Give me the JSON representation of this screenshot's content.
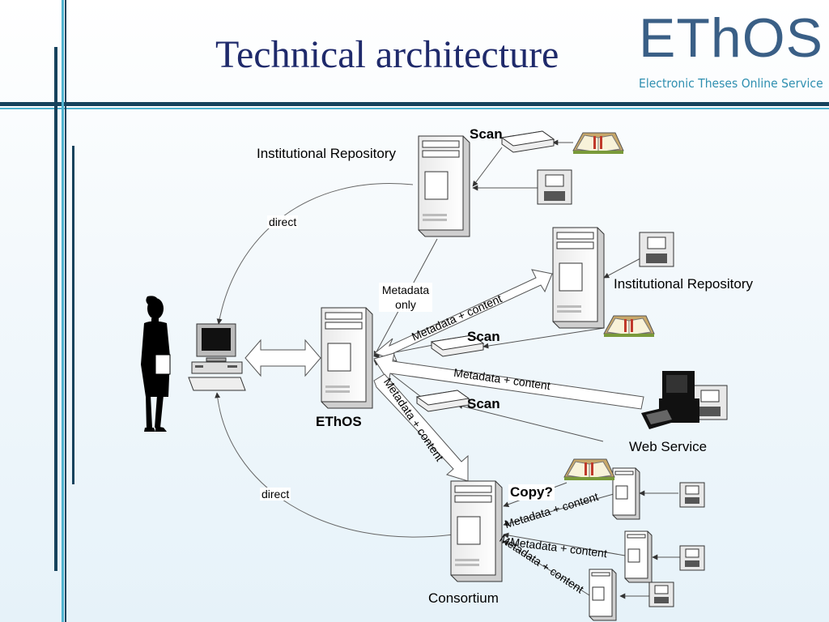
{
  "title": "Technical architecture",
  "logo": {
    "text": "EThOS",
    "subtitle": "Electronic Theses Online Service",
    "colors": {
      "primary": "#3a5f86",
      "accent": "#2f8fb0"
    }
  },
  "labels": {
    "scan_1": "Scan",
    "institutional_repository_1": "Institutional Repository",
    "direct_1": "direct",
    "metadata_only": "Metadata only",
    "metadata_content_1": "Metadata + content",
    "institutional_repository_2": "Institutional Repository",
    "scan_2": "Scan",
    "metadata_content_2": "Metadata + content",
    "scan_3": "Scan",
    "ethos": "EThOS",
    "metadata_content_3": "Metadata + content",
    "web_service": "Web Service",
    "direct_2": "direct",
    "copy": "Copy?",
    "metadata_content_4": "Metadata + content",
    "metadata_content_5": "Metadata + content",
    "metadata_content_6": "Metadata + content",
    "consortium": "Consortium"
  },
  "colors": {
    "title": "#1f2a6b",
    "rule_dark": "#16425c",
    "rule_light": "#4fb3cf"
  }
}
